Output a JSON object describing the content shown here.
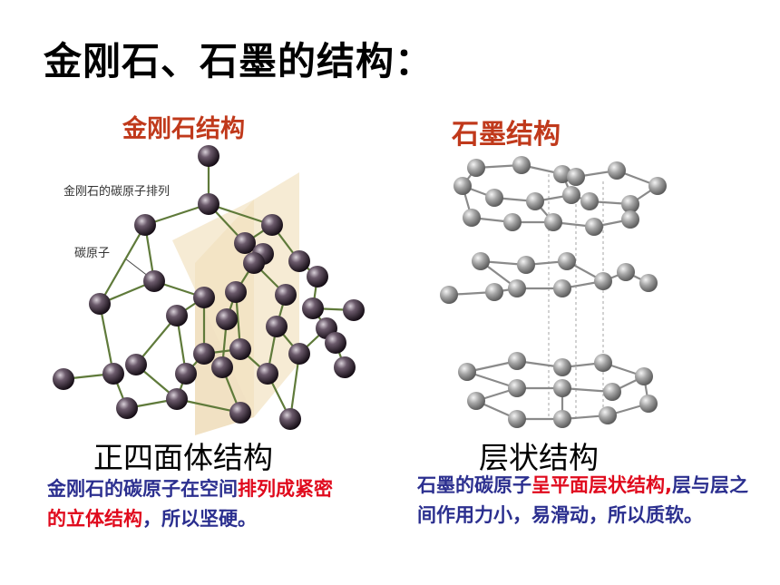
{
  "title": "金刚石、石墨的结构：",
  "diamond": {
    "heading": "金刚石结构",
    "figure_caption": "金刚石的碳原子排列",
    "atom_label": "碳原子",
    "caption": "正四面体结构",
    "desc_1": "金刚石的碳原子在空间",
    "desc_red": "排列成紧密的立体结构",
    "desc_2": "，所以坚硬。"
  },
  "graphite": {
    "heading": "石墨结构",
    "caption": "层状结构",
    "desc_1": "石墨的碳原子",
    "desc_red": "呈平面层状结构,",
    "desc_2": "层与层之间作用力小，易滑动，所以质软。"
  },
  "colors": {
    "heading_red": "#c0391b",
    "highlight_red": "#e00a1d",
    "text_blue": "#2b2f8f",
    "diamond_atom": "#2a1f2c",
    "graphite_atom": "#8f8f8f",
    "diamond_bond": "#5f7a3a",
    "graphite_bond": "#8a8a8a",
    "plane": "#efdcb8"
  }
}
